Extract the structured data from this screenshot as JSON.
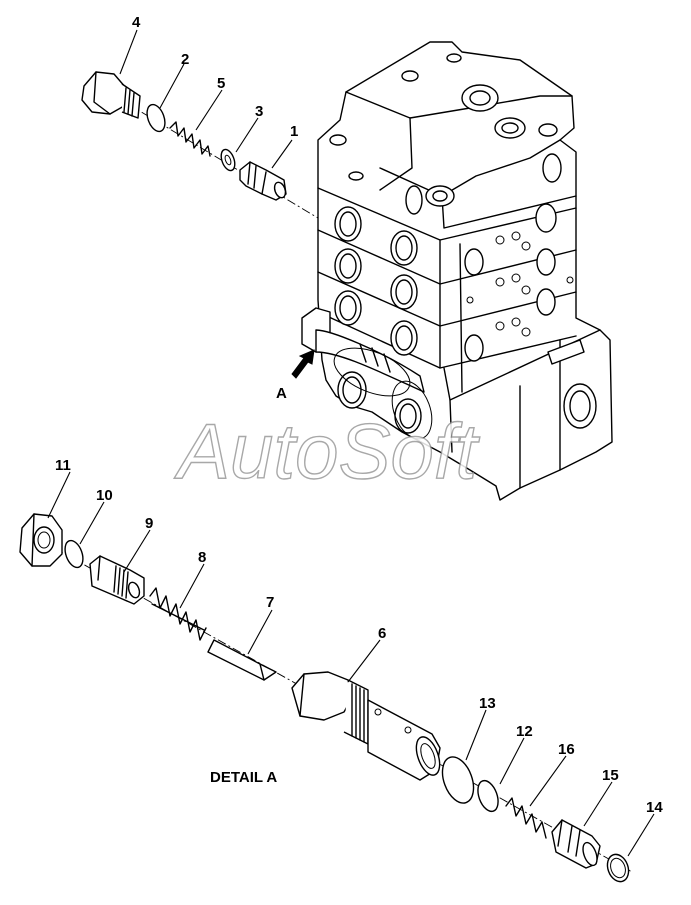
{
  "labels": {
    "p1": "1",
    "p2": "2",
    "p3": "3",
    "p4": "4",
    "p5": "5",
    "p6": "6",
    "p7": "7",
    "p8": "8",
    "p9": "9",
    "p10": "10",
    "p11": "11",
    "p12": "12",
    "p13": "13",
    "p14": "14",
    "p15": "15",
    "p16": "16",
    "view_marker": "A",
    "detail_caption": "DETAIL A"
  },
  "watermark": "AutoSoft",
  "icons": {
    "view_arrow": "arrow-icon"
  }
}
